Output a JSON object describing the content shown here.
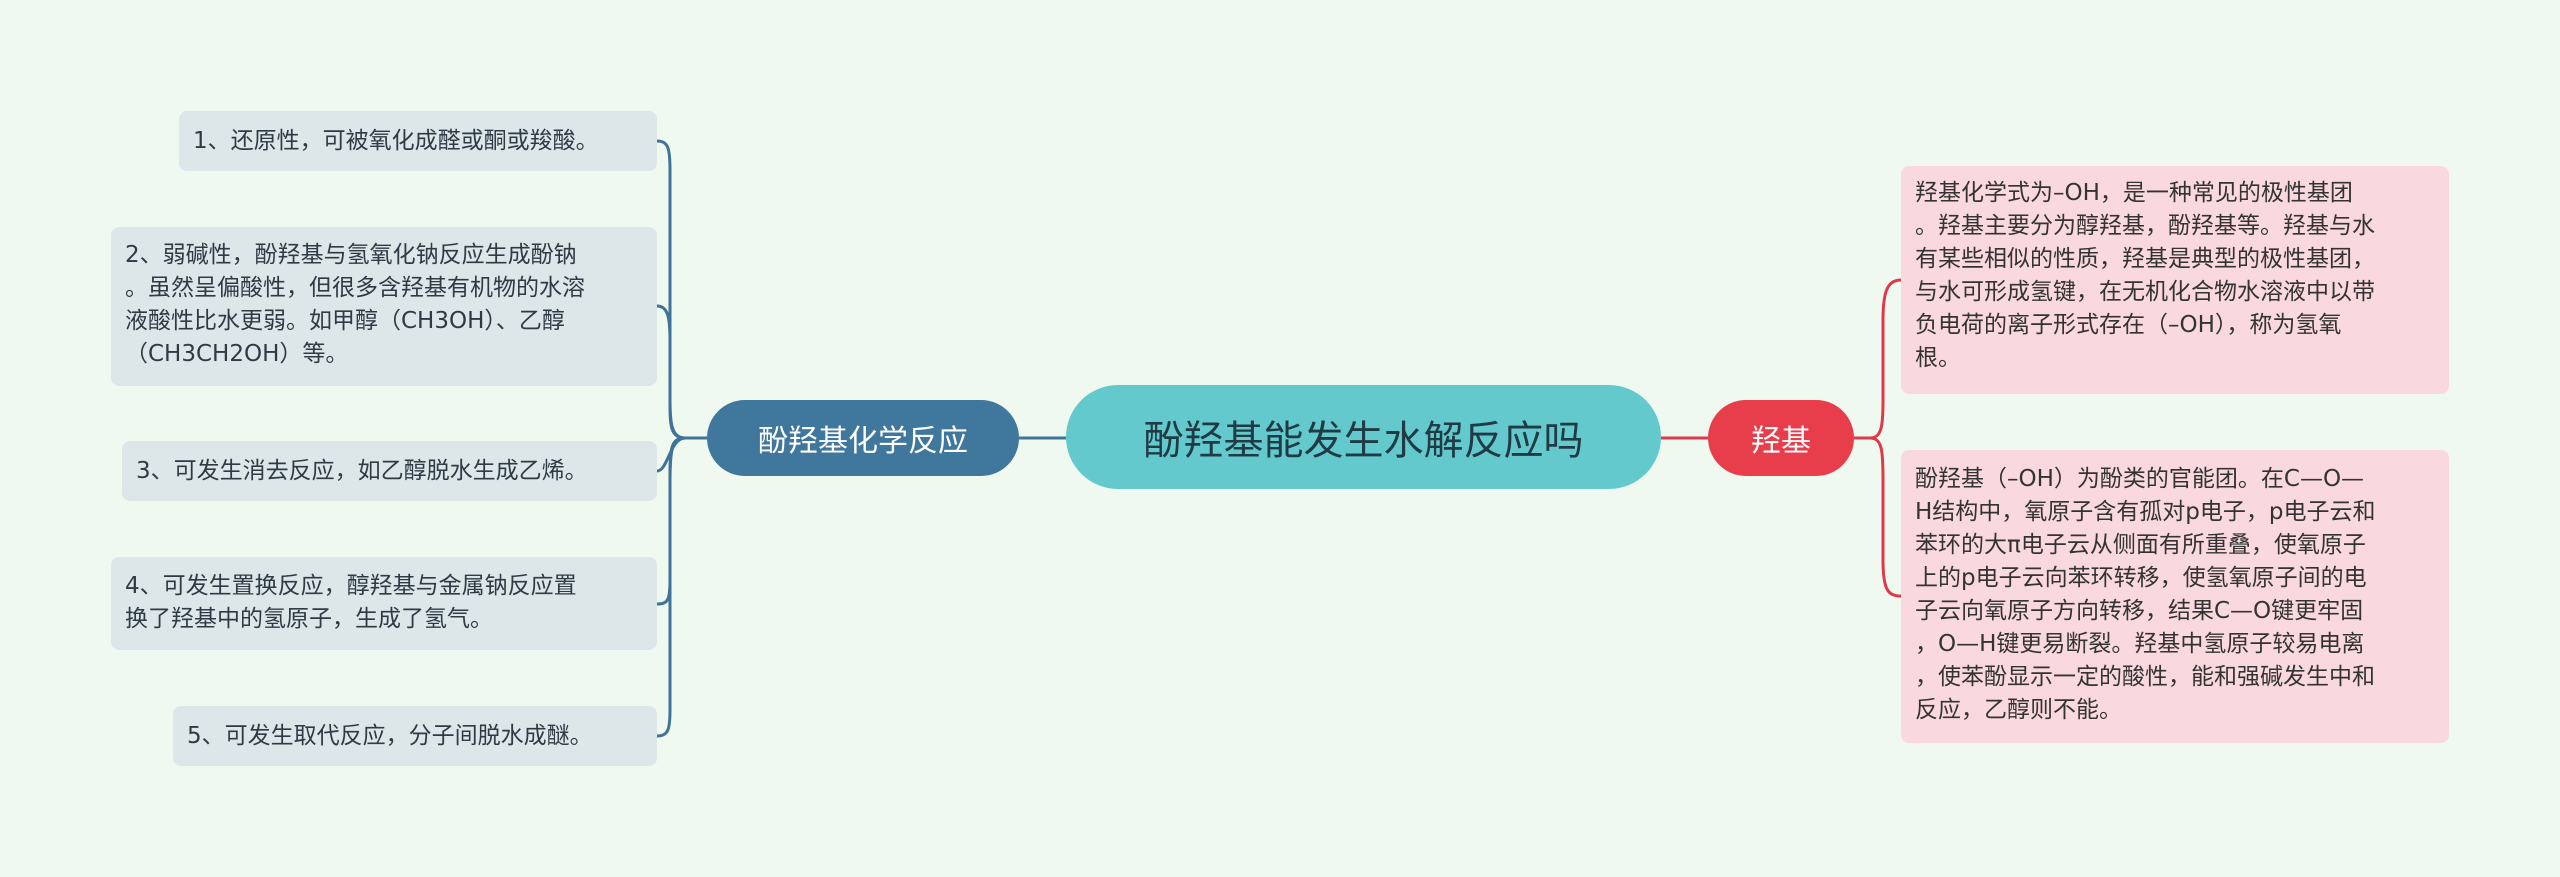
{
  "colors": {
    "background": "#f0f9f0",
    "center_fill": "#63c9cc",
    "left_branch_fill": "#40779c",
    "left_branch_line": "#3f7399",
    "left_leaf_fill": "#dde7ea",
    "right_branch_fill": "#e83e4c",
    "right_branch_line": "#e03a49",
    "right_leaf_fill": "#f9d9dd"
  },
  "central_topic": "酚羟基能发生水解反应吗",
  "left_branch": {
    "label": "酚羟基化学反应",
    "leaves": [
      "1、还原性，可被氧化成醛或酮或羧酸。",
      "2、弱碱性，酚羟基与氢氧化钠反应生成酚钠\n。虽然呈偏酸性，但很多含羟基有机物的水溶\n液酸性比水更弱。如甲醇（CH3OH）、乙醇\n（CH3CH2OH）等。",
      "3、可发生消去反应，如乙醇脱水生成乙烯。",
      "4、可发生置换反应，醇羟基与金属钠反应置\n换了羟基中的氢原子，生成了氢气。",
      "5、可发生取代反应，分子间脱水成醚。"
    ]
  },
  "right_branch": {
    "label": "羟基",
    "leaves": [
      "羟基化学式为–OH，是一种常见的极性基团\n。羟基主要分为醇羟基，酚羟基等。羟基与水\n有某些相似的性质，羟基是典型的极性基团，\n与水可形成氢键，在无机化合物水溶液中以带\n负电荷的离子形式存在（–OH），称为氢氧\n根。",
      "酚羟基（–OH）为酚类的官能团。在C—O—\nH结构中，氧原子含有孤对p电子，p电子云和\n苯环的大π电子云从侧面有所重叠，使氧原子\n上的p电子云向苯环转移，使氢氧原子间的电\n子云向氧原子方向转移，结果C—O键更牢固\n，O—H键更易断裂。羟基中氢原子较易电离\n，使苯酚显示一定的酸性，能和强碱发生中和\n反应，乙醇则不能。"
    ]
  }
}
